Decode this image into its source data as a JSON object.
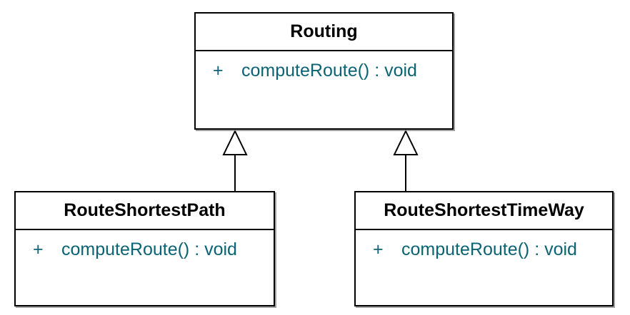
{
  "diagram": {
    "type": "uml-class-diagram",
    "background": "#ffffff",
    "colors": {
      "box_border": "#000000",
      "box_fill": "#ffffff",
      "class_name_text": "#000000",
      "member_text": "#0b6374"
    },
    "classes": [
      {
        "name": "Routing",
        "members": [
          {
            "visibility": "+",
            "signature": "computeRoute() : void"
          }
        ]
      },
      {
        "name": "RouteShortestPath",
        "members": [
          {
            "visibility": "+",
            "signature": "computeRoute() : void"
          }
        ]
      },
      {
        "name": "RouteShortestTimeWay",
        "members": [
          {
            "visibility": "+",
            "signature": "computeRoute() : void"
          }
        ]
      }
    ],
    "relations": [
      {
        "type": "generalization",
        "from": "RouteShortestPath",
        "to": "Routing"
      },
      {
        "type": "generalization",
        "from": "RouteShortestTimeWay",
        "to": "Routing"
      }
    ]
  }
}
